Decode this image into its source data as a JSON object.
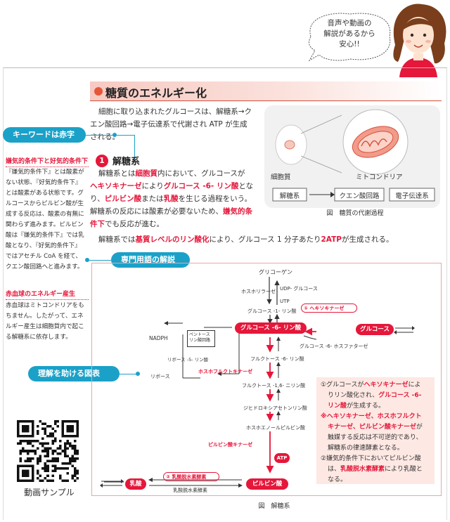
{
  "bubble": {
    "line1": "音声や動画の",
    "line2": "解説があるから",
    "line3": "安心!!"
  },
  "title": "糖質のエネルギー化",
  "intro": {
    "t1": "細胞に取り込まれたグルコースは、解糖系→ク",
    "t2": "エン酸回路→電子伝達系で代謝され ATP が生成",
    "t3": "される。"
  },
  "tags": {
    "keyword": "キーワードは赤字",
    "term": "専門用語の解説",
    "diagram": "理解を助ける図表"
  },
  "sidebar1": {
    "head": "嫌気的条件下と好気的条件下",
    "l1": "『嫌気的条件下』とは酸素が",
    "l2": "ない状態、『好気的条件下』",
    "l3": "とは酸素がある状態です。グ",
    "l4": "ルコースからピルビン酸が生",
    "l5": "成する反応は、酸素の有無に",
    "l6": "関わらず進みます。ピルビン",
    "l7": "酸は『嫌気的条件下』では乳",
    "l8": "酸となり、『好気的条件下』",
    "l9": "ではアセチル CoA を経て、",
    "l10": "クエン酸回路へと進みます。"
  },
  "sidebar2": {
    "head": "赤血球のエネルギー産生",
    "l1": "赤血球はミトコンドリアをも",
    "l2": "ちません。したがって、エネ",
    "l3": "ルギー産生は細胞質内で起こ",
    "l4": "る解糖系に依存します。"
  },
  "sec1": {
    "num": "1",
    "title": "解糖系",
    "p1a": "解糖系とは",
    "p1b": "細胞質",
    "p1c": "内において、グルコースが",
    "p1d": "ヘキソキナーゼ",
    "p1e": "により",
    "p1f": "グルコース -6- リン酸",
    "p1g": "とな",
    "p1h": "り、",
    "p1i": "ピルビン酸",
    "p1j": "または",
    "p1k": "乳酸",
    "p1l": "を生じる過程をいう。",
    "p1m": "解糖系の反応には酸素が必要ないため、",
    "p1n": "嫌気的条",
    "p1o": "件下",
    "p1p": "でも反応が進む。",
    "p2a": "解糖系では",
    "p2b": "基質レベルのリン酸化",
    "p2c": "により、グルコース 1 分子あたり",
    "p2d": "2ATP",
    "p2e": "が生成される。"
  },
  "fig1": {
    "cytoplasm": "細胞質",
    "mitochondria": "ミトコンドリア",
    "box1": "解糖系",
    "box2": "クエン酸回路",
    "box3": "電子伝達系",
    "caption": "図　糖質の代謝過程"
  },
  "fig2": {
    "glycogen": "グリコーゲン",
    "phosphorylase": "ホスホリラーゼ",
    "udp": "UDP- グルコース",
    "utp": "UTP",
    "g1p": "グルコース -1- リン酸",
    "hk_label": "① ヘキソキナーゼ",
    "g6p": "グルコース -6- リン酸",
    "glucose": "グルコース",
    "g6pase": "グルコース -6- ホスファターゼ",
    "nadph": "NADPH",
    "pentose1": "ペントース",
    "pentose2": "リン酸回路",
    "ribose5p": "リボース -5- リン酸",
    "ribose": "リボース",
    "f6p": "フルクトース -6- リン酸",
    "pfk": "ホスホフルクトキナーゼ",
    "f16bp": "フルクトース -1,6- ニリン酸",
    "dhap": "ジヒドロキシアセトンリン酸",
    "pep": "ホスホエノールピルビン酸",
    "pk": "ピルビン酸キナーゼ",
    "atp": "ATP",
    "ldh_label": "② 乳酸脱水素酵素",
    "ldh": "乳酸脱水素酵素",
    "lactate": "乳酸",
    "pyruvate": "ピルビン酸",
    "caption": "図　解糖系"
  },
  "notes": {
    "n1a": "①グルコースが",
    "n1b": "ヘキソキナーゼ",
    "n1c": "によ",
    "n1d": "りリン酸化され、",
    "n1e": "グルコース -6-",
    "n1f": "リン酸",
    "n1g": "が生成する。",
    "n2a": "※",
    "n2b": "ヘキソキナーゼ、ホスホフルクト",
    "n2c": "キナーゼ、ピルビン酸キナーゼ",
    "n2d": "が",
    "n2e": "触媒する反応は不可逆的であり、",
    "n2f": "解糖系の律速酵素となる。",
    "n3a": "②嫌気的条件下においてピルビン酸",
    "n3b": "は、",
    "n3c": "乳酸脱水素酵素",
    "n3d": "により乳酸と",
    "n3e": "なる。"
  },
  "video_label": "動画サンプル",
  "colors": {
    "accent_red": "#e5173a",
    "tag_blue": "#1ba1c8",
    "note_bg": "#fde8e3"
  }
}
